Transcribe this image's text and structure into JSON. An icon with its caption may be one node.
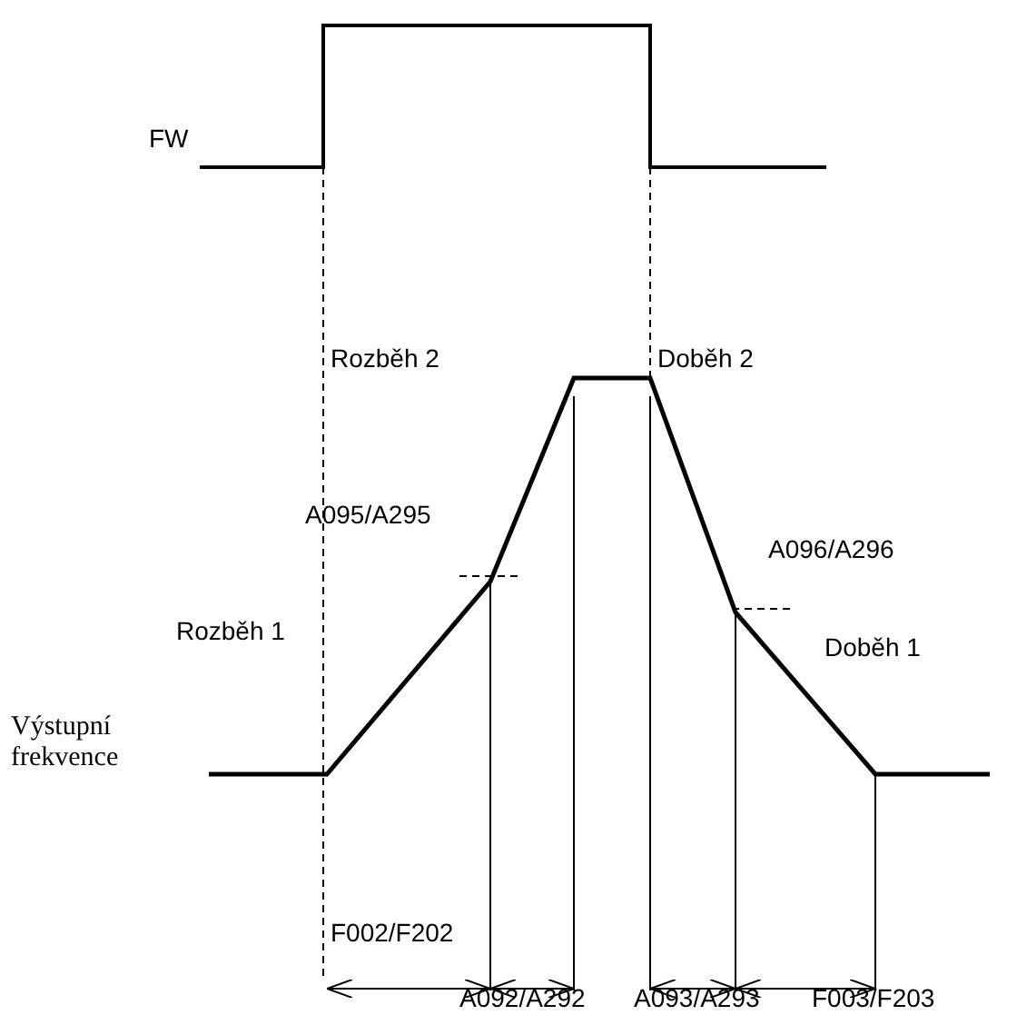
{
  "diagram": {
    "labels": [
      "FW",
      "Rozběh 2",
      "Doběh 2",
      "A095/A295",
      "A096/A296",
      "Rozběh 1",
      "Doběh 1",
      "Výstupní frekvence",
      "F002/F202",
      "A092/A292",
      "A093/A293",
      "F003/F203"
    ]
  }
}
